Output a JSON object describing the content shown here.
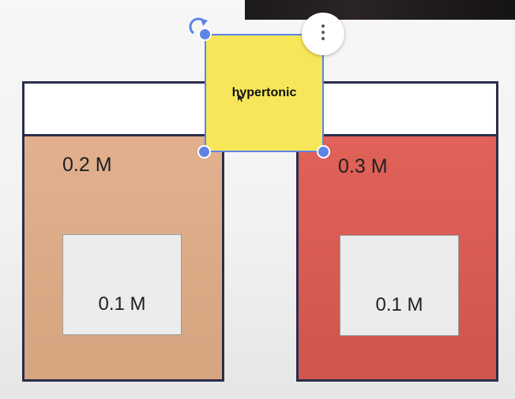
{
  "left_container": {
    "solution_concentration": "0.2 M",
    "cell_concentration": "0.1 M"
  },
  "right_container": {
    "solution_concentration": "0.3 M",
    "cell_concentration": "0.1 M"
  },
  "sticky_note": {
    "text": "hypertonic"
  },
  "icons": [
    "rotate-icon",
    "more-options-icon",
    "move-cursor-icon"
  ],
  "colors": {
    "outline": "#2a2d4a",
    "left_solution": "#d9a985",
    "right_solution": "#d85a52",
    "cell": "#ececec",
    "sticky": "#f7e65a",
    "selection": "#5b84e6"
  }
}
